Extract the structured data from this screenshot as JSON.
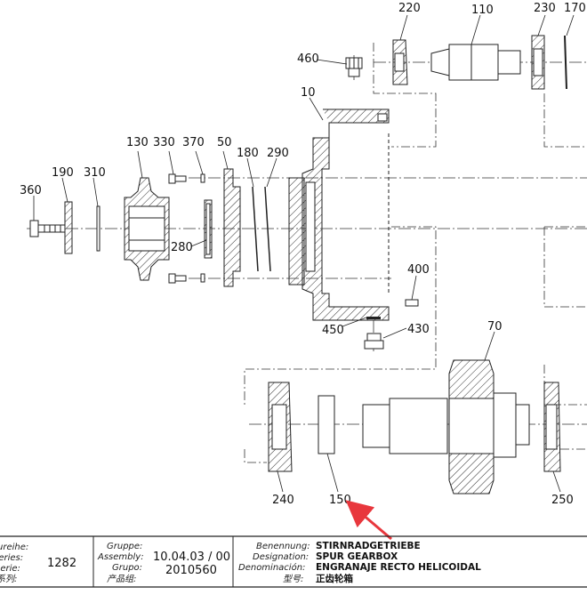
{
  "callouts": {
    "c220": "220",
    "c110": "110",
    "c230": "230",
    "c170": "170",
    "c460": "460",
    "c10": "10",
    "c130": "130",
    "c330": "330",
    "c370": "370",
    "c50": "50",
    "c180": "180",
    "c290": "290",
    "c190": "190",
    "c310": "310",
    "c360": "360",
    "c280": "280",
    "c400": "400",
    "c450": "450",
    "c430": "430",
    "c70": "70",
    "c240": "240",
    "c150": "150",
    "c250": "250"
  },
  "title_block": {
    "reihe_label": "Baureihe:",
    "series_label": "Series:",
    "serie_label": "Serie:",
    "xilie_label": "系列:",
    "series_value": "1282",
    "gruppe_label": "Gruppe:",
    "assembly_label": "Assembly:",
    "grupo_label": "Grupo:",
    "chanpinzu_label": "产品组:",
    "assembly_value": "10.04.03 / 00",
    "grupo_value": "2010560",
    "benennung_label": "Benennung:",
    "designation_label": "Designation:",
    "denominacion_label": "Denominación:",
    "xinghao_label": "型号:",
    "name_de": "STIRNRADGETRIEBE",
    "name_en": "SPUR GEARBOX",
    "name_es": "ENGRANAJE RECTO HELICOIDAL",
    "name_zh": "正齿轮箱"
  },
  "colors": {
    "hatch": "#333333",
    "arrow": "#e8373d",
    "line": "#222222"
  }
}
